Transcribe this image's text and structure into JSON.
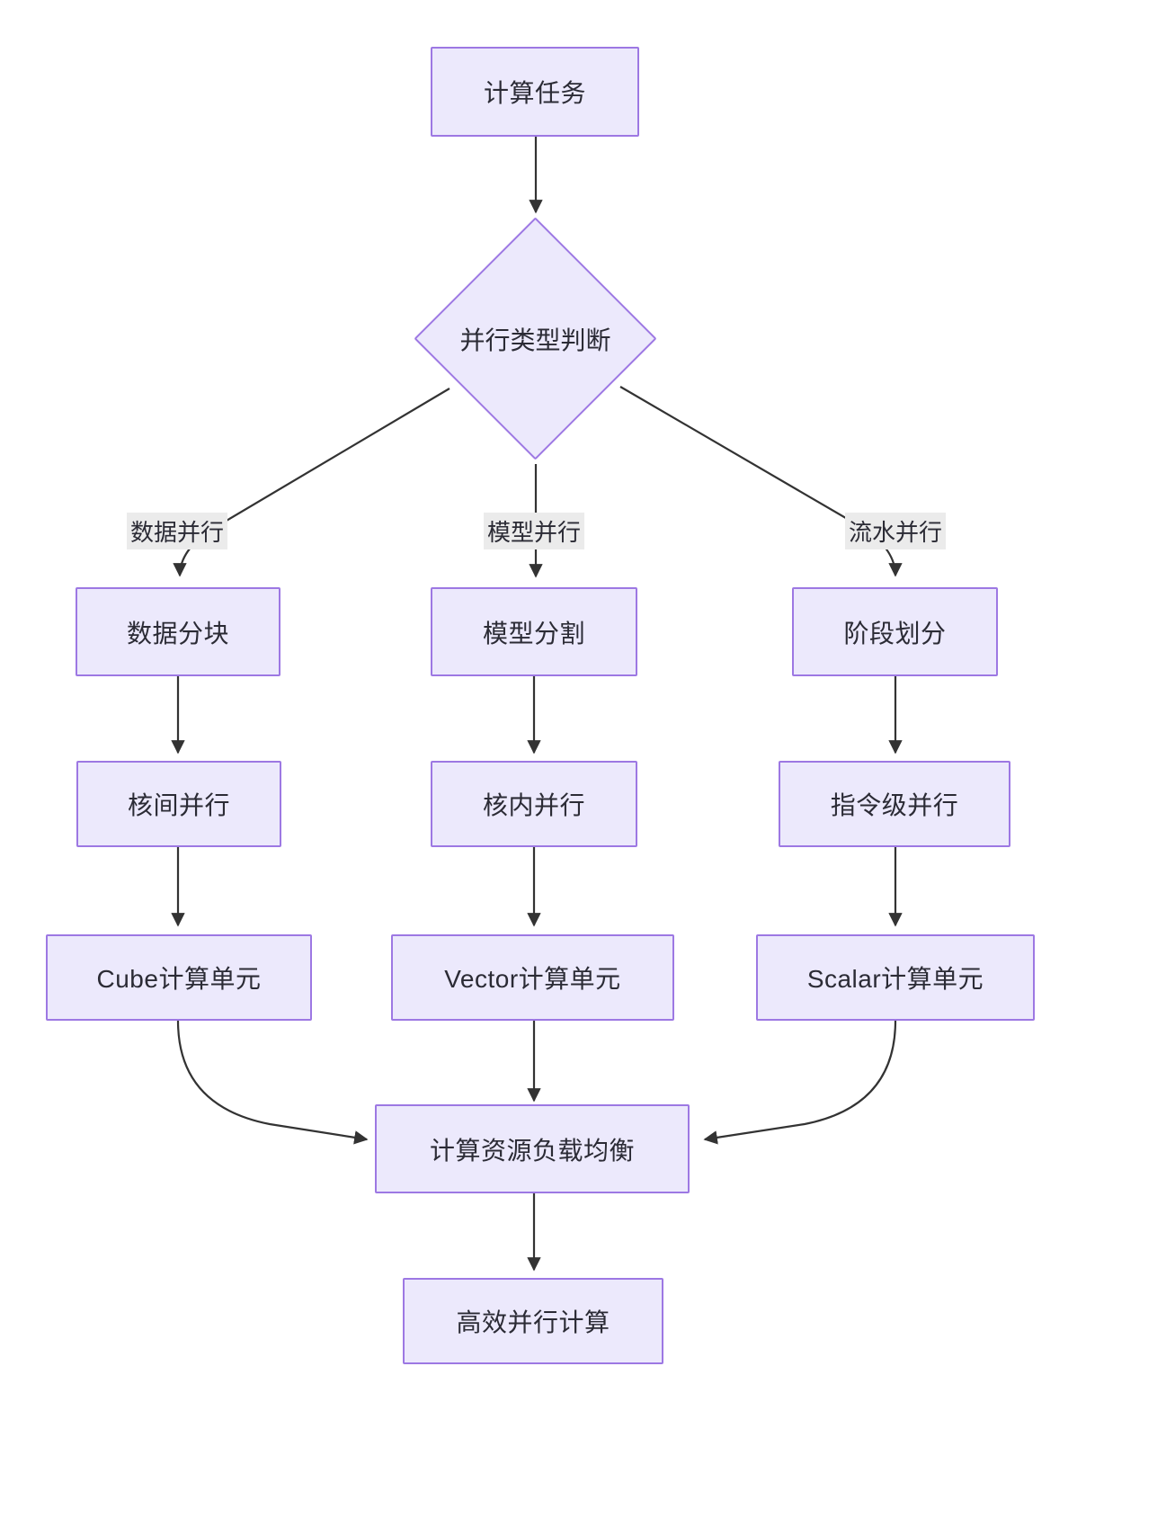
{
  "diagram": {
    "type": "flowchart",
    "direction": "top-down",
    "theme": {
      "node_fill": "#ece9fc",
      "node_border": "#9d78e3",
      "text_color": "#2b2b35",
      "edge_color": "#333333",
      "edge_label_bg": "#ebebeb",
      "background": "#ffffff"
    },
    "nodes": [
      {
        "id": "start",
        "label": "计算任务",
        "shape": "rect"
      },
      {
        "id": "decide",
        "label": "并行类型判断",
        "shape": "diamond"
      },
      {
        "id": "d1",
        "label": "数据分块",
        "shape": "rect"
      },
      {
        "id": "m1",
        "label": "模型分割",
        "shape": "rect"
      },
      {
        "id": "p1",
        "label": "阶段划分",
        "shape": "rect"
      },
      {
        "id": "d2",
        "label": "核间并行",
        "shape": "rect"
      },
      {
        "id": "m2",
        "label": "核内并行",
        "shape": "rect"
      },
      {
        "id": "p2",
        "label": "指令级并行",
        "shape": "rect"
      },
      {
        "id": "d3",
        "label": "Cube计算单元",
        "shape": "rect"
      },
      {
        "id": "m3",
        "label": "Vector计算单元",
        "shape": "rect"
      },
      {
        "id": "p3",
        "label": "Scalar计算单元",
        "shape": "rect"
      },
      {
        "id": "merge",
        "label": "计算资源负载均衡",
        "shape": "rect"
      },
      {
        "id": "end",
        "label": "高效并行计算",
        "shape": "rect"
      }
    ],
    "edges": [
      {
        "from": "start",
        "to": "decide",
        "label": ""
      },
      {
        "from": "decide",
        "to": "d1",
        "label": "数据并行"
      },
      {
        "from": "decide",
        "to": "m1",
        "label": "模型并行"
      },
      {
        "from": "decide",
        "to": "p1",
        "label": "流水并行"
      },
      {
        "from": "d1",
        "to": "d2",
        "label": ""
      },
      {
        "from": "m1",
        "to": "m2",
        "label": ""
      },
      {
        "from": "p1",
        "to": "p2",
        "label": ""
      },
      {
        "from": "d2",
        "to": "d3",
        "label": ""
      },
      {
        "from": "m2",
        "to": "m3",
        "label": ""
      },
      {
        "from": "p2",
        "to": "p3",
        "label": ""
      },
      {
        "from": "d3",
        "to": "merge",
        "label": ""
      },
      {
        "from": "m3",
        "to": "merge",
        "label": ""
      },
      {
        "from": "p3",
        "to": "merge",
        "label": ""
      },
      {
        "from": "merge",
        "to": "end",
        "label": ""
      }
    ],
    "edge_labels": {
      "data_parallel": "数据并行",
      "model_parallel": "模型并行",
      "pipeline_parallel": "流水并行"
    }
  }
}
